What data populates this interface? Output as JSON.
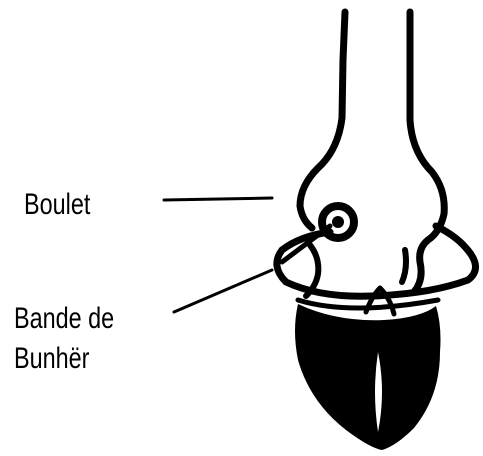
{
  "labels": {
    "boulet": "Boulet",
    "bande_line1": "Bande de",
    "bande_line2": "Bunhër"
  },
  "colors": {
    "ink": "#000000",
    "background": "#ffffff"
  }
}
